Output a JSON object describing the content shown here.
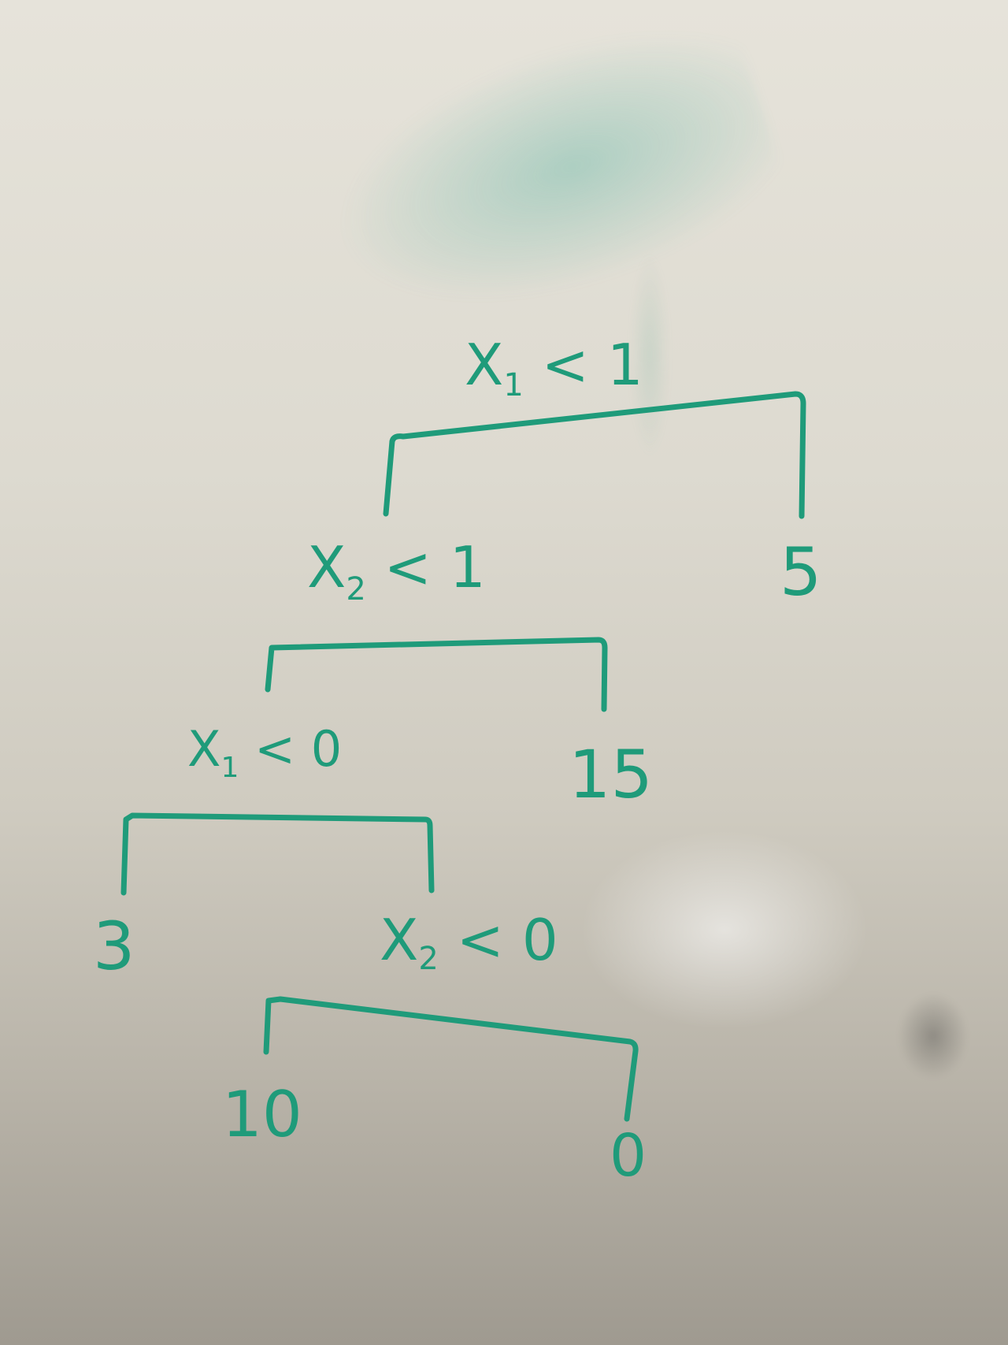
{
  "nodes": {
    "root": {
      "var": "X",
      "sub": "1",
      "rest": " < 1"
    },
    "n2": {
      "var": "X",
      "sub": "2",
      "rest": " < 1"
    },
    "n3": {
      "var": "X",
      "sub": "1",
      "rest": " < 0"
    },
    "n4": {
      "var": "X",
      "sub": "2",
      "rest": " < 0"
    }
  },
  "leaves": {
    "l5": "5",
    "l15": "15",
    "l3": "3",
    "l10": "10",
    "l0": "0"
  },
  "colors": {
    "ink": "#1f9b7a",
    "board": "#e6e3da"
  }
}
